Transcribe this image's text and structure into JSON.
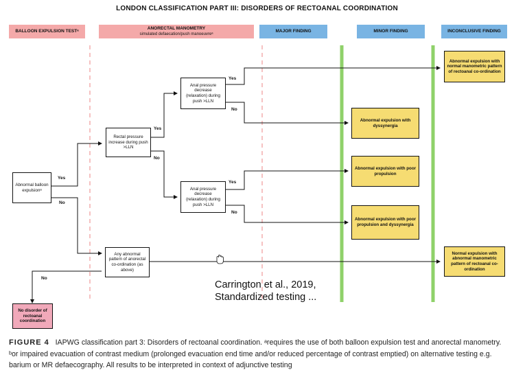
{
  "title": "LONDON CLASSIFICATION PART III: DISORDERS OF RECTOANAL COORDINATION",
  "headers": {
    "balloon": "BALLOON EXPULSION TESTᵃ",
    "manometry_line1": "ANORECTAL MANOMETRY",
    "manometry_line2": "simulated defaecation/push manoeuvreᵃ",
    "major": "MAJOR FINDING",
    "minor": "MINOR FINDING",
    "inconclusive": "INCONCLUSIVE FINDING"
  },
  "nodes": {
    "abnormal_balloon": "Abnormal balloon expulsionᵃ",
    "rectal_pressure": "Rectal pressure increase during push >LLN",
    "anal_pressure_top": "Anal pressure decrease (relaxation) during push >LLN",
    "anal_pressure_bottom": "Anal pressure decrease (relaxation) during push >LLN",
    "any_abnormal": "Any abnormal pattern of anorectal co-ordination (as above)",
    "no_disorder": "No disorder of rectoanal coordination"
  },
  "outcomes": {
    "normal_pattern": "Abnormal expulsion with normal manometric pattern of rectoanal co-ordination",
    "dyssynergia": "Abnormal expulsion with dyssynergia",
    "poor_propulsion": "Abnormal expulsion with poor propulsion",
    "poor_propulsion_dyssynergia": "Abnormal expulsion with poor propulsion and dyssynergia",
    "normal_expulsion": "Normal expulsion with abnormal manometric pattern of rectoanal co-ordination"
  },
  "edge_labels": {
    "yes1": "Yes",
    "no1": "No",
    "yes2": "Yes",
    "no2": "No",
    "yes3": "Yes",
    "no3": "No",
    "yes4": "Yes",
    "no4": "No",
    "no5": "No"
  },
  "citation_line1": "Carrington et al., 2019,",
  "citation_line2": "Standardized testing ...",
  "caption": {
    "label": "FIGURE 4",
    "text": "IAPWG classification part 3: Disorders of rectoanal coordination. ᵃrequires the use of both balloon expulsion test and anorectal manometry. ᵇor impaired evacuation of contrast medium (prolonged evacuation end time and/or reduced percentage of contrast emptied) on alternative testing e.g. barium or MR defaecography. All results to be interpreted in context of adjunctive testing"
  },
  "colors": {
    "pink_header": "#f4a9a9",
    "blue_header": "#79b4e3",
    "yellow_box": "#f6dc72",
    "pink_box": "#f1a9ba",
    "green_line": "#8fd16a",
    "dashed_line": "#f0a0a0"
  },
  "icons": {
    "cursor": "hand-cursor-icon"
  }
}
